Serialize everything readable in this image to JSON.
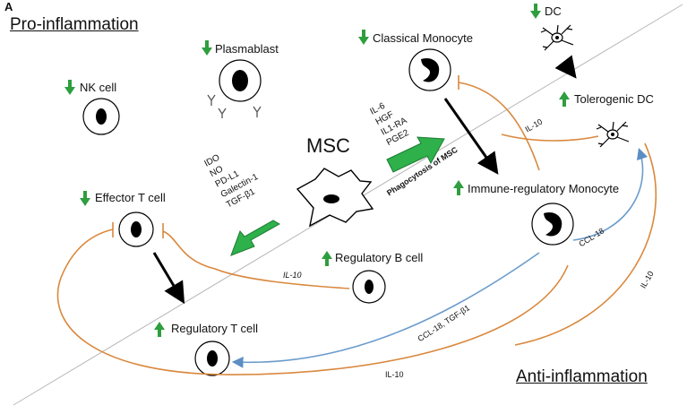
{
  "panel_label": "A",
  "regions": {
    "pro": "Pro-inflammation",
    "anti": "Anti-inflammation"
  },
  "center": "MSC",
  "cells": {
    "nk": "NK cell",
    "plasmablast": "Plasmablast",
    "classical_monocyte": "Classical Monocyte",
    "dc": "DC",
    "tolerogenic_dc": "Tolerogenic DC",
    "effector_t": "Effector T cell",
    "regulatory_b": "Regulatory B cell",
    "regulatory_t": "Regulatory T cell",
    "immune_regulatory_monocyte": "Immune-regulatory Monocyte"
  },
  "factors_left": [
    "IDO",
    "NO",
    "PD-L1",
    "Galectin-1",
    "TGF-β1"
  ],
  "factors_right": [
    "IL-6",
    "HGF",
    "IL1-RA",
    "PGE2"
  ],
  "arrow_labels": {
    "phagocytosis": "Phagocytosis of MSC",
    "il10_dc": "IL-10",
    "il10_b": "IL-10",
    "ccl18": "CCL-18",
    "ccl18_tgf": "CCL-18, TGF-β1",
    "il10_bottom": "IL-10",
    "il10_right": "IL-10"
  },
  "colors": {
    "increase": "#2e9e3e",
    "decrease": "#2e9e3e",
    "msc_arrow": "#2eb04a",
    "orange_line": "#d9883d",
    "blue_line": "#6a9ccc",
    "black": "#000000"
  }
}
